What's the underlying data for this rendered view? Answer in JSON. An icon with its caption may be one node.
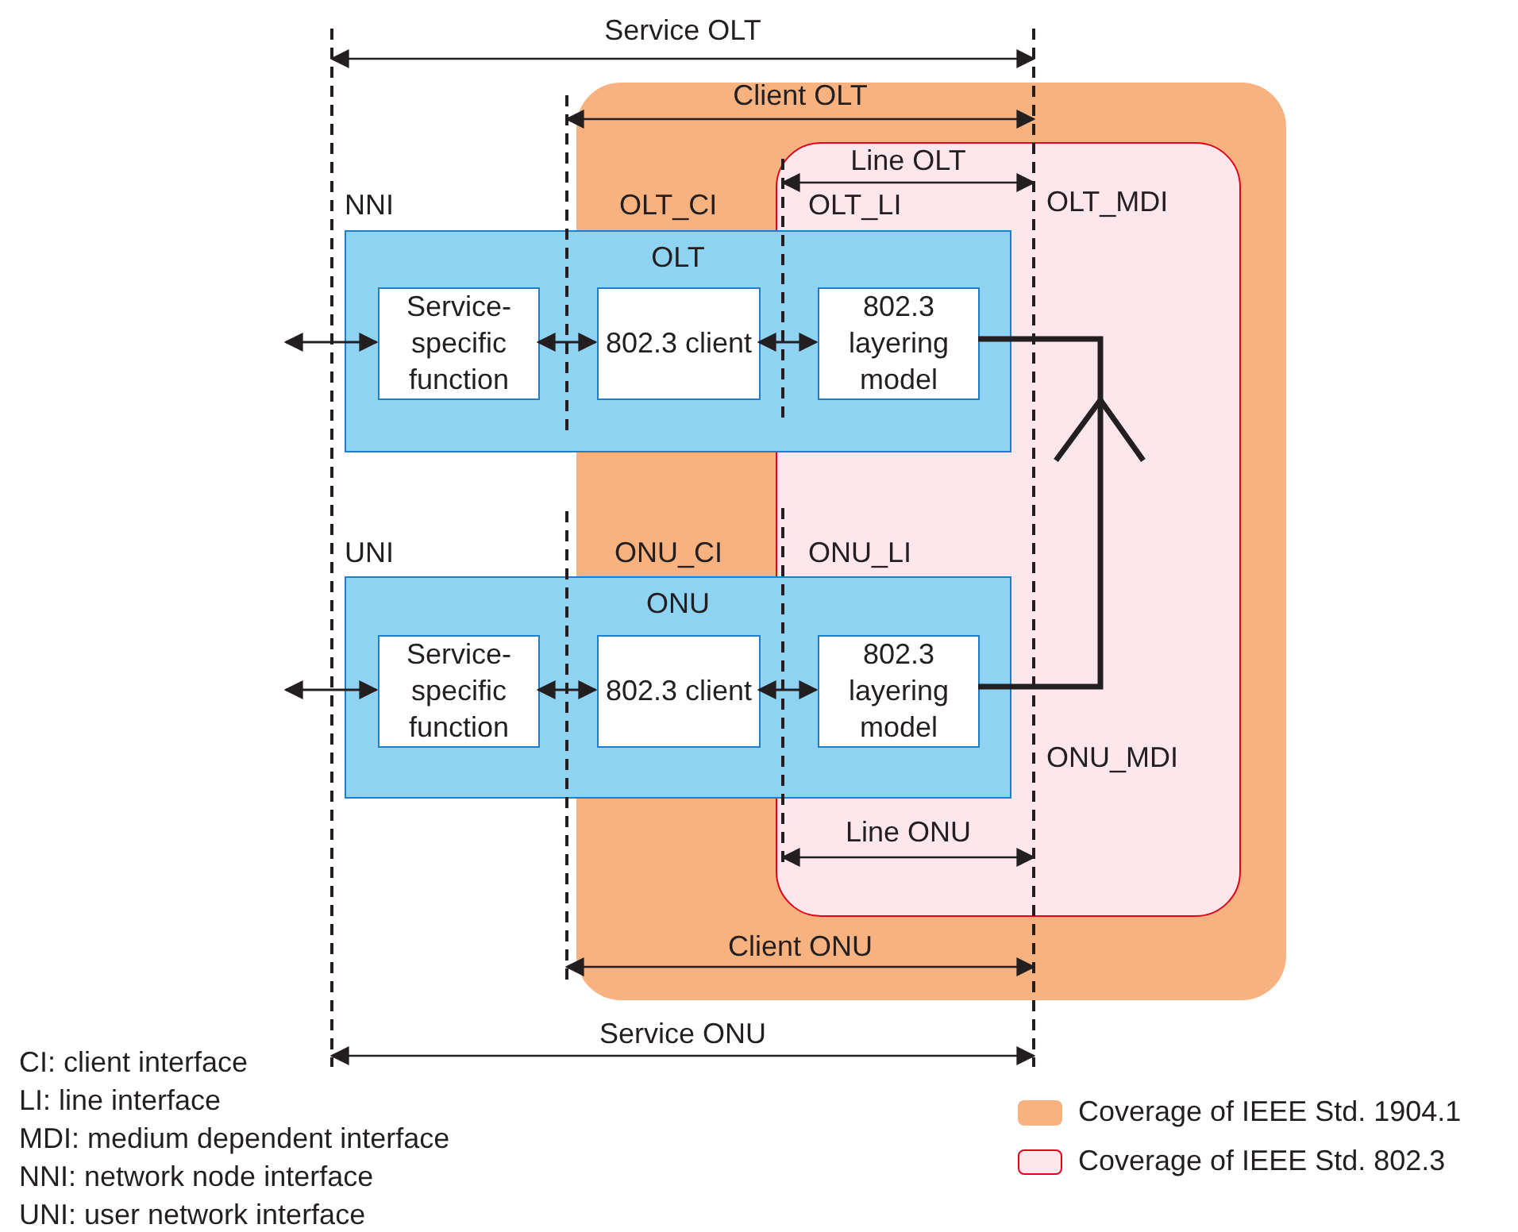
{
  "diagram": {
    "nodes": [
      {
        "text": [
          "OLT"
        ]
      },
      {
        "text": [
          "Service-specific function"
        ],
        "in": 0
      },
      {
        "text": [
          "802.3 client"
        ],
        "in": 0
      },
      {
        "text": [
          "802.3 layering model"
        ],
        "in": 0
      },
      {
        "text": [
          "ONU"
        ]
      },
      {
        "text": [
          "Service-specific function"
        ],
        "in": 4
      },
      {
        "text": [
          "802.3 client"
        ],
        "in": 4
      },
      {
        "text": [
          "802.3 layering model"
        ],
        "in": 4
      }
    ],
    "edges": [
      {
        "from": null,
        "to": 1,
        "arrow": "both"
      },
      {
        "from": 1,
        "to": 2,
        "arrow": "both"
      },
      {
        "from": 2,
        "to": 3,
        "arrow": "both"
      },
      {
        "from": null,
        "to": 5,
        "arrow": "both"
      },
      {
        "from": 5,
        "to": 6,
        "arrow": "both"
      },
      {
        "from": 6,
        "to": 7,
        "arrow": "both"
      },
      {
        "from": 3,
        "to": 7,
        "arrow": "none",
        "style": "thick"
      }
    ],
    "labels": [
      "Service OLT",
      "Client OLT",
      "Line OLT",
      "NNI",
      "OLT_CI",
      "OLT_LI",
      "OLT_MDI",
      "UNI",
      "ONU_CI",
      "ONU_LI",
      "ONU_MDI",
      "Line ONU",
      "Client ONU",
      "Service ONU",
      "CI: client interface",
      "LI: line interface",
      "MDI: medium dependent interface",
      "NNI: network node interface",
      "UNI: user network interface"
    ],
    "legend": [
      {
        "text": "Coverage of IEEE Std. 1904.1",
        "color": "#f7b27f"
      },
      {
        "text": "Coverage of IEEE Std. 802.3",
        "color": "#fde6ec"
      }
    ]
  }
}
